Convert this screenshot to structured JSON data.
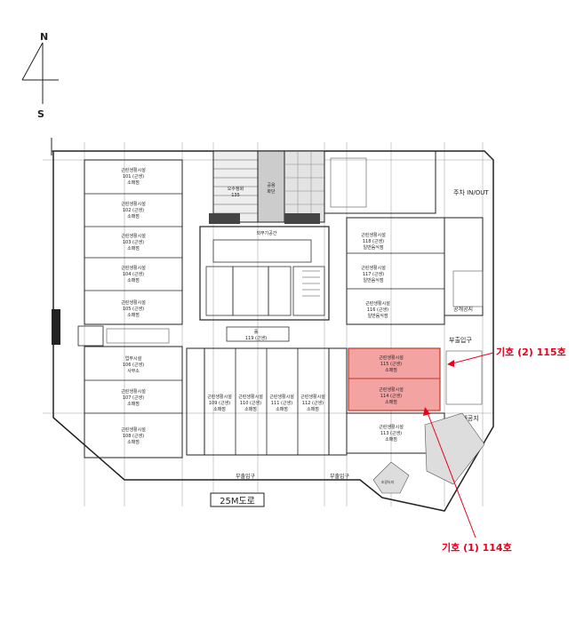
{
  "compass": {
    "north": "N",
    "south": "S"
  },
  "callouts": {
    "label_115": "기호 (2) 115호",
    "label_114": "기호 (1) 114호",
    "color": "#e8001c",
    "highlight_color": "#f4a3a3"
  },
  "plan": {
    "hall": {
      "name": "홀",
      "sub": "119 (근생)"
    },
    "outer": {
      "name": "외부기공간"
    },
    "top_shaft_left": {
      "line1": "오수정화",
      "line2": "135"
    },
    "top_shaft_mid": {
      "line1": "공용",
      "line2": "화단"
    },
    "left_units": [
      {
        "line1": "근린생활시설",
        "line2": "101 (근생)",
        "line3": "소매점"
      },
      {
        "line1": "근린생활시설",
        "line2": "102 (근생)",
        "line3": "소매점"
      },
      {
        "line1": "근린생활시설",
        "line2": "103 (근생)",
        "line3": "소매점"
      },
      {
        "line1": "근린생활시설",
        "line2": "104 (근생)",
        "line3": "소매점"
      },
      {
        "line1": "근린생활시설",
        "line2": "105 (근생)",
        "line3": "소매점"
      },
      {
        "line1": "업무시설",
        "line2": "106 (근생)",
        "line3": "사무소"
      },
      {
        "line1": "근린생활시설",
        "line2": "107 (근생)",
        "line3": "소매점"
      },
      {
        "line1": "근린생활시설",
        "line2": "108 (근생)",
        "line3": "소매점"
      }
    ],
    "bottom_units": [
      {
        "line1": "근린생활시설",
        "line2": "109 (근생)",
        "line3": "소매점"
      },
      {
        "line1": "근린생활시설",
        "line2": "110 (근생)",
        "line3": "소매점"
      },
      {
        "line1": "근린생활시설",
        "line2": "111 (근생)",
        "line3": "소매점"
      },
      {
        "line1": "근린생활시설",
        "line2": "112 (근생)",
        "line3": "소매점"
      },
      {
        "line1": "근린생활시설",
        "line2": "113 (근생)",
        "line3": "소매점"
      }
    ],
    "right_units": [
      {
        "line1": "근린생활시설",
        "line2": "118 (근생)",
        "line3": "일반음식점"
      },
      {
        "line1": "근린생활시설",
        "line2": "117 (근생)",
        "line3": "일반음식점"
      },
      {
        "line1": "근린생활시설",
        "line2": "116 (근생)",
        "line3": "일반음식점"
      }
    ],
    "highlighted_units": [
      {
        "line1": "근린생활시설",
        "line2": "115 (근생)",
        "line3": "소매점"
      },
      {
        "line1": "근린생활시설",
        "line2": "114 (근생)",
        "line3": "소매점"
      }
    ],
    "side_texts": {
      "parking_in": "주차 IN/OUT",
      "entrance_right": "부출입구",
      "entrance_bottom_left": "부출입구",
      "entrance_bottom_right": "부출입구",
      "public_space_top": "공개공지",
      "public_space_bottom": "공개공지",
      "road": "25M도로",
      "green": "조경녹지"
    }
  }
}
